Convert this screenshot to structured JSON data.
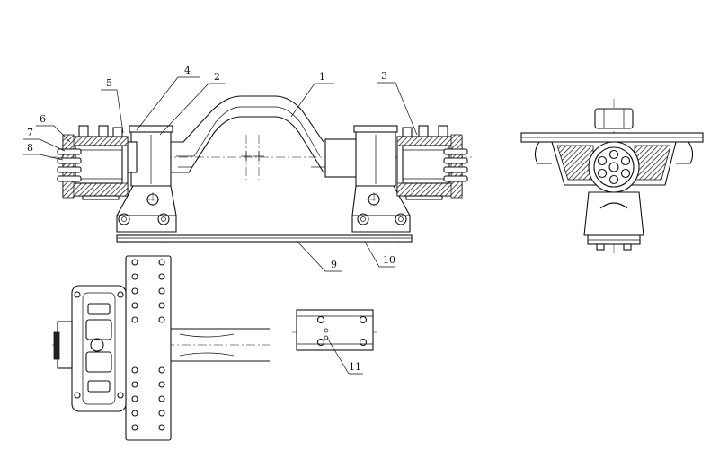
{
  "drawing": {
    "callouts": [
      {
        "id": "1",
        "label": "1"
      },
      {
        "id": "2",
        "label": "2"
      },
      {
        "id": "3",
        "label": "3"
      },
      {
        "id": "4",
        "label": "4"
      },
      {
        "id": "5",
        "label": "5"
      },
      {
        "id": "6",
        "label": "6"
      },
      {
        "id": "7",
        "label": "7"
      },
      {
        "id": "8",
        "label": "8"
      },
      {
        "id": "9",
        "label": "9"
      },
      {
        "id": "10",
        "label": "10"
      },
      {
        "id": "11",
        "label": "11"
      }
    ]
  }
}
